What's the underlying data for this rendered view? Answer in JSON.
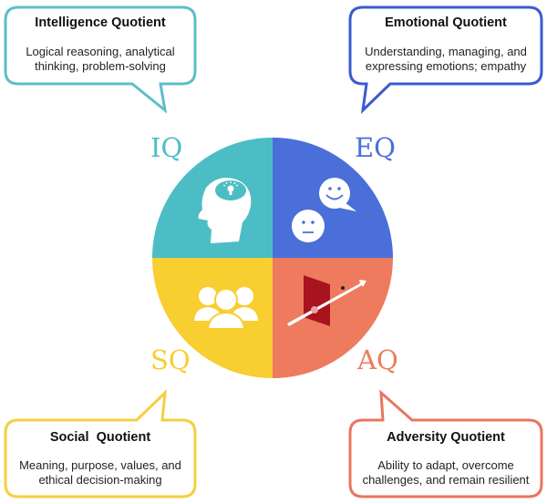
{
  "quadrants": [
    {
      "abbr": "IQ",
      "title": "Intelligence Quotient",
      "desc_lines": [
        "Logical reasoning, analytical",
        "thinking, problem-solving"
      ],
      "color": "#4DBDC5",
      "border": "#5BBFC8",
      "icon": "head-lightbulb-icon"
    },
    {
      "abbr": "EQ",
      "title": "Emotional Quotient",
      "desc_lines": [
        "Understanding, managing, and",
        "expressing emotions; empathy"
      ],
      "color": "#4A6FD9",
      "border": "#3A5BD0",
      "icon": "faces-icon"
    },
    {
      "abbr": "SQ",
      "title": "Social  Quotient",
      "desc_lines": [
        "Meaning, purpose, values, and",
        "ethical decision-making"
      ],
      "color": "#F8CE30",
      "border": "#F5CF3F",
      "icon": "group-icon"
    },
    {
      "abbr": "AQ",
      "title": "Adversity Quotient",
      "desc_lines": [
        "Ability to adapt, overcome",
        "challenges, and remain resilient"
      ],
      "color": "#EE7B5E",
      "border": "#E8765F",
      "icon": "breakthrough-arrow-icon"
    }
  ]
}
